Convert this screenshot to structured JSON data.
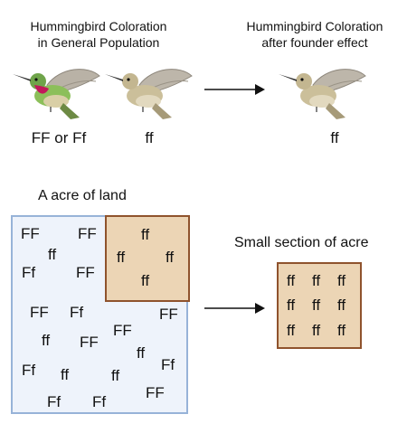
{
  "header": {
    "left_title_line1": "Hummingbird Coloration",
    "left_title_line2": "in General Population",
    "right_title_line1": "Hummingbird Coloration",
    "right_title_line2": "after founder effect"
  },
  "birds": {
    "colorful_label": "FF or Ff",
    "plain_label": "ff",
    "founder_label": "ff"
  },
  "acre": {
    "title": "A acre of land",
    "outer_genotypes": [
      "FF",
      "FF",
      "ff",
      "Ff",
      "FF",
      "FF",
      "Ff",
      "ff",
      "FF",
      "FF",
      "ff",
      "Ff",
      "ff",
      "Ff",
      "ff",
      "FF",
      "Ff",
      "Ff",
      "FF"
    ],
    "inner_genotypes": [
      "ff",
      "ff",
      "ff",
      "ff"
    ]
  },
  "small_section": {
    "title": "Small section of acre",
    "genotypes": [
      "ff",
      "ff",
      "ff",
      "ff",
      "ff",
      "ff",
      "ff",
      "ff",
      "ff"
    ]
  },
  "colors": {
    "acre_fill": "#eef3fb",
    "acre_border": "#97b3d8",
    "plot_fill": "#ecd5b5",
    "plot_border": "#8f532d",
    "bird_body_colorful": "#8cbf5a",
    "bird_throat": "#c2185b",
    "bird_body_plain": "#cbbf9a"
  }
}
